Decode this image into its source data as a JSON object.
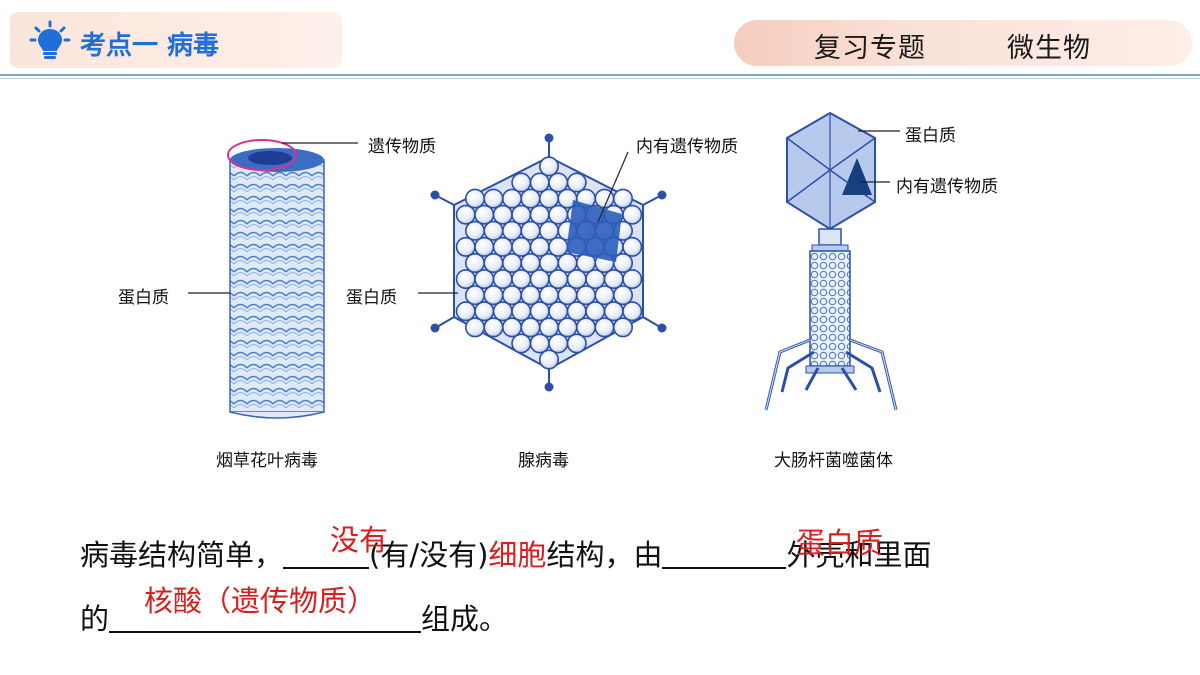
{
  "header": {
    "section_title": "考点一 病毒",
    "topic_part1": "复习专题",
    "topic_part2": "微生物"
  },
  "figures": {
    "tmv": {
      "caption": "烟草花叶病毒",
      "label_genetic": "遗传物质",
      "label_protein": "蛋白质"
    },
    "adenovirus": {
      "caption": "腺病毒",
      "label_genetic": "内有遗传物质",
      "label_protein": "蛋白质"
    },
    "phage": {
      "caption": "大肠杆菌噬菌体",
      "label_protein": "蛋白质",
      "label_genetic": "内有遗传物质"
    }
  },
  "sentence": {
    "line1_a": "病毒结构简单，",
    "line1_b": "(有/没有)",
    "line1_c": "细胞",
    "line1_d": "结构，由",
    "line1_e": "外壳和里面",
    "line2_a": "的",
    "line2_b": "组成。",
    "answer1": "没有",
    "answer2": "蛋白质",
    "answer3": "核酸（遗传物质）"
  },
  "colors": {
    "accent_blue": "#1f6fd8",
    "answer_red": "#d91e1e",
    "virus_blue": "#2c4fa8"
  }
}
